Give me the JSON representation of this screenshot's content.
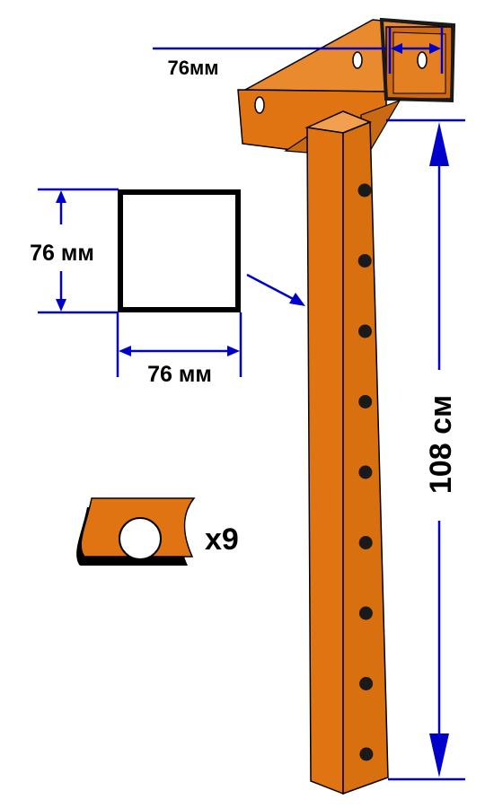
{
  "labels": {
    "top_width": "76мм",
    "section_height": "76 мм",
    "section_width": "76 мм",
    "post_height": "108 см",
    "hole_count": "x9"
  },
  "colors": {
    "steel": "#E07413",
    "steel_dark": "#B85A0A",
    "steel_light": "#EA8A2E",
    "outline": "#000000",
    "dimension": "#0000CC",
    "hole": "#1A1A1A"
  }
}
